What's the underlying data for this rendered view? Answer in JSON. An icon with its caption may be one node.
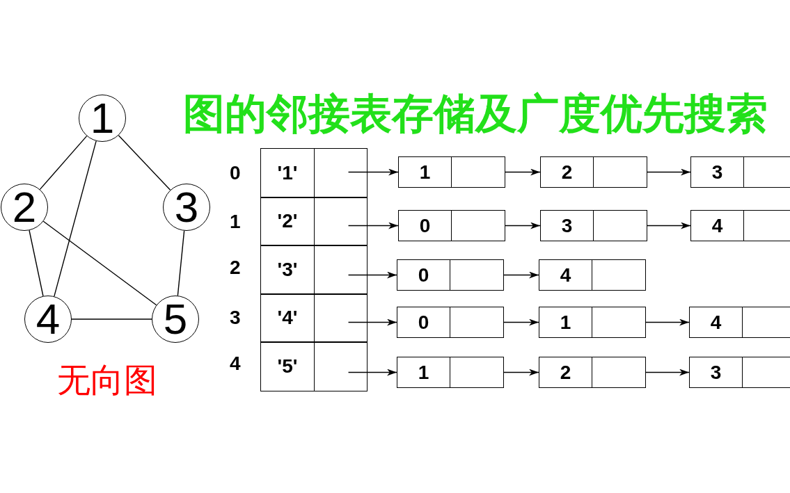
{
  "diagram": {
    "title": "图的邻接表存储及广度优先搜索",
    "caption": "无向图",
    "nodes": [
      {
        "text": [
          "1"
        ]
      },
      {
        "text": [
          "2"
        ]
      },
      {
        "text": [
          "3"
        ]
      },
      {
        "text": [
          "4"
        ]
      },
      {
        "text": [
          "5"
        ]
      },
      {
        "text": [
          "'1'"
        ]
      },
      {
        "text": [],
        "shape": "box"
      },
      {
        "text": [
          "'2'"
        ]
      },
      {
        "text": [],
        "shape": "box"
      },
      {
        "text": [
          "'3'"
        ]
      },
      {
        "text": [],
        "shape": "box"
      },
      {
        "text": [
          "'4'"
        ]
      },
      {
        "text": [],
        "shape": "box"
      },
      {
        "text": [
          "'5'"
        ]
      },
      {
        "text": [],
        "shape": "box"
      },
      {
        "text": [
          "1"
        ]
      },
      {
        "text": [
          "2"
        ]
      },
      {
        "text": [
          "3"
        ]
      },
      {
        "text": [
          "0"
        ]
      },
      {
        "text": [
          "3"
        ]
      },
      {
        "text": [
          "4"
        ]
      },
      {
        "text": [
          "0"
        ]
      },
      {
        "text": [
          "4"
        ]
      },
      {
        "text": [
          "0"
        ]
      },
      {
        "text": [
          "1"
        ]
      },
      {
        "text": [
          "4"
        ]
      },
      {
        "text": [
          "1"
        ]
      },
      {
        "text": [
          "2"
        ]
      },
      {
        "text": [
          "3"
        ]
      }
    ],
    "edges": [
      {
        "from": 0,
        "to": 1,
        "arrow": "none"
      },
      {
        "from": 0,
        "to": 2,
        "arrow": "none"
      },
      {
        "from": 0,
        "to": 3,
        "arrow": "none"
      },
      {
        "from": 1,
        "to": 3,
        "arrow": "none"
      },
      {
        "from": 1,
        "to": 4,
        "arrow": "none"
      },
      {
        "from": 2,
        "to": 4,
        "arrow": "none"
      },
      {
        "from": 3,
        "to": 4,
        "arrow": "none"
      },
      {
        "from": 6,
        "to": 15,
        "arrow": "to"
      },
      {
        "from": 15,
        "to": 16,
        "arrow": "to"
      },
      {
        "from": 16,
        "to": 17,
        "arrow": "to"
      },
      {
        "from": 8,
        "to": 18,
        "arrow": "to"
      },
      {
        "from": 18,
        "to": 19,
        "arrow": "to"
      },
      {
        "from": 19,
        "to": 20,
        "arrow": "to"
      },
      {
        "from": 10,
        "to": 21,
        "arrow": "to"
      },
      {
        "from": 21,
        "to": 22,
        "arrow": "to"
      },
      {
        "from": 12,
        "to": 23,
        "arrow": "to"
      },
      {
        "from": 23,
        "to": 24,
        "arrow": "to"
      },
      {
        "from": 24,
        "to": 25,
        "arrow": "to"
      },
      {
        "from": 14,
        "to": 26,
        "arrow": "to"
      },
      {
        "from": 26,
        "to": 27,
        "arrow": "to"
      },
      {
        "from": 27,
        "to": 28,
        "arrow": "to"
      }
    ],
    "labels": [
      "0",
      "1",
      "2",
      "3",
      "4"
    ]
  }
}
